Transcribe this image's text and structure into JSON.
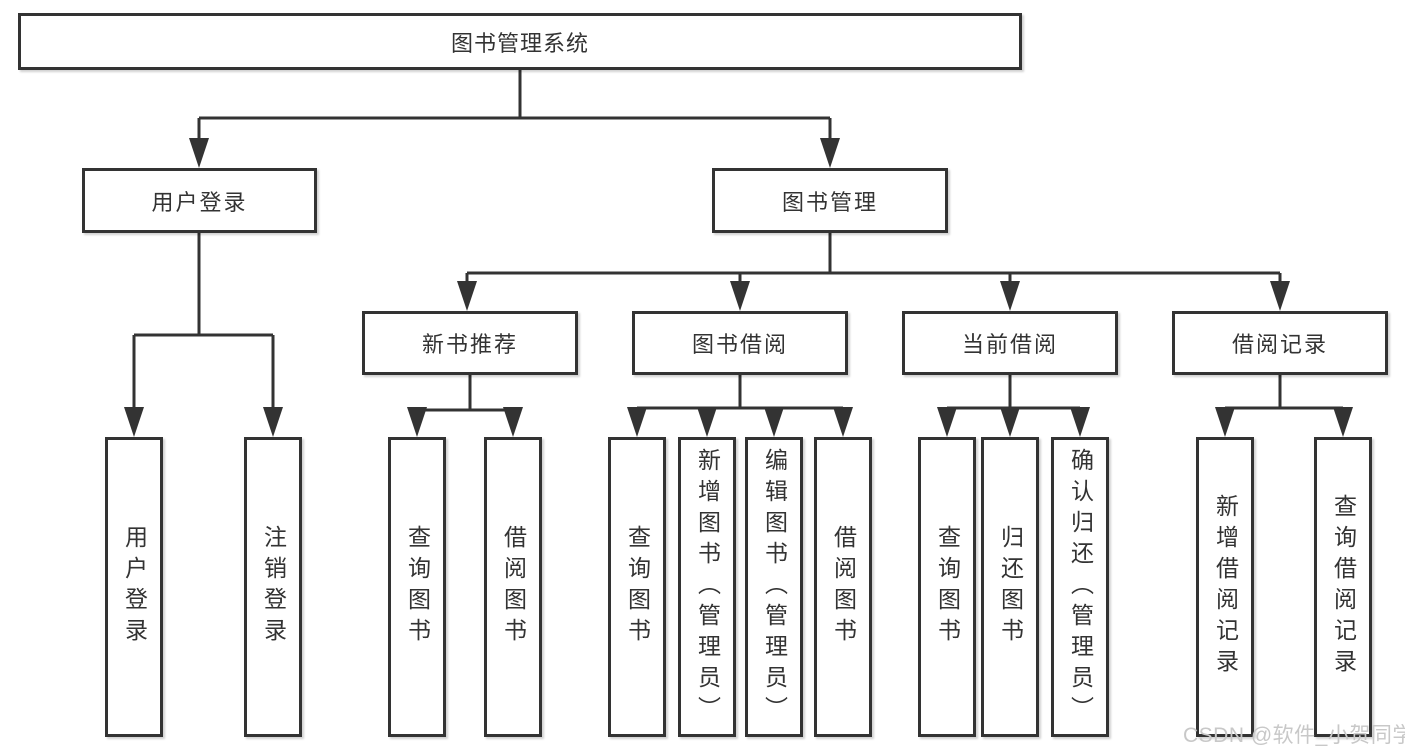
{
  "colors": {
    "line": "#333333",
    "text": "#333333",
    "box_background": "#ffffff",
    "page_background": "#ffffff",
    "watermark": "#c8c8c8"
  },
  "watermark": "CSDN @软件_小贺同学",
  "tree": {
    "root": "图书管理系统",
    "children": [
      {
        "label": "用户登录",
        "children": [
          "用户登录",
          "注销登录"
        ]
      },
      {
        "label": "图书管理",
        "children": [
          {
            "label": "新书推荐",
            "children": [
              "查询图书",
              "借阅图书"
            ]
          },
          {
            "label": "图书借阅",
            "children": [
              "查询图书",
              "新增图书（管理员）",
              "编辑图书（管理员）",
              "借阅图书"
            ]
          },
          {
            "label": "当前借阅",
            "children": [
              "查询图书",
              "归还图书",
              "确认归还（管理员）"
            ]
          },
          {
            "label": "借阅记录",
            "children": [
              "新增借阅记录",
              "查询借阅记录"
            ]
          }
        ]
      }
    ]
  }
}
